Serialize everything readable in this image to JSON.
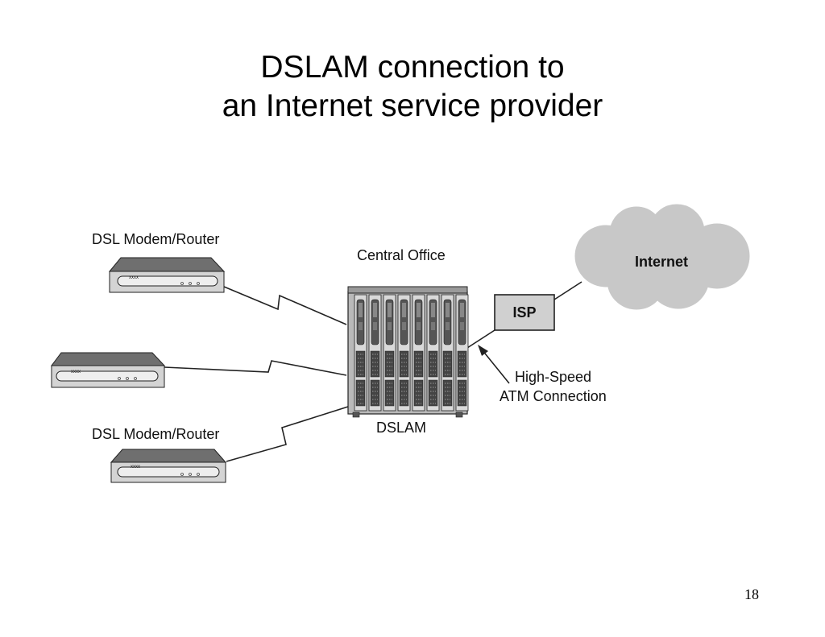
{
  "title": {
    "line1": "DSLAM connection to",
    "line2": "an Internet service provider"
  },
  "labels": {
    "modem_top": "DSL Modem/Router",
    "modem_bottom": "DSL Modem/Router",
    "central_office": "Central Office",
    "dslam": "DSLAM",
    "isp": "ISP",
    "internet": "Internet",
    "atm_line1": "High-Speed",
    "atm_line2": "ATM Connection",
    "modem_badge": "xxxx"
  },
  "page_number": "18",
  "colors": {
    "device_top": "#6f6f6f",
    "device_front": "#d4d4d4",
    "cloud": "#c8c8c8",
    "isp_box": "#d0d0d0",
    "rack": "#b9b9b9"
  }
}
